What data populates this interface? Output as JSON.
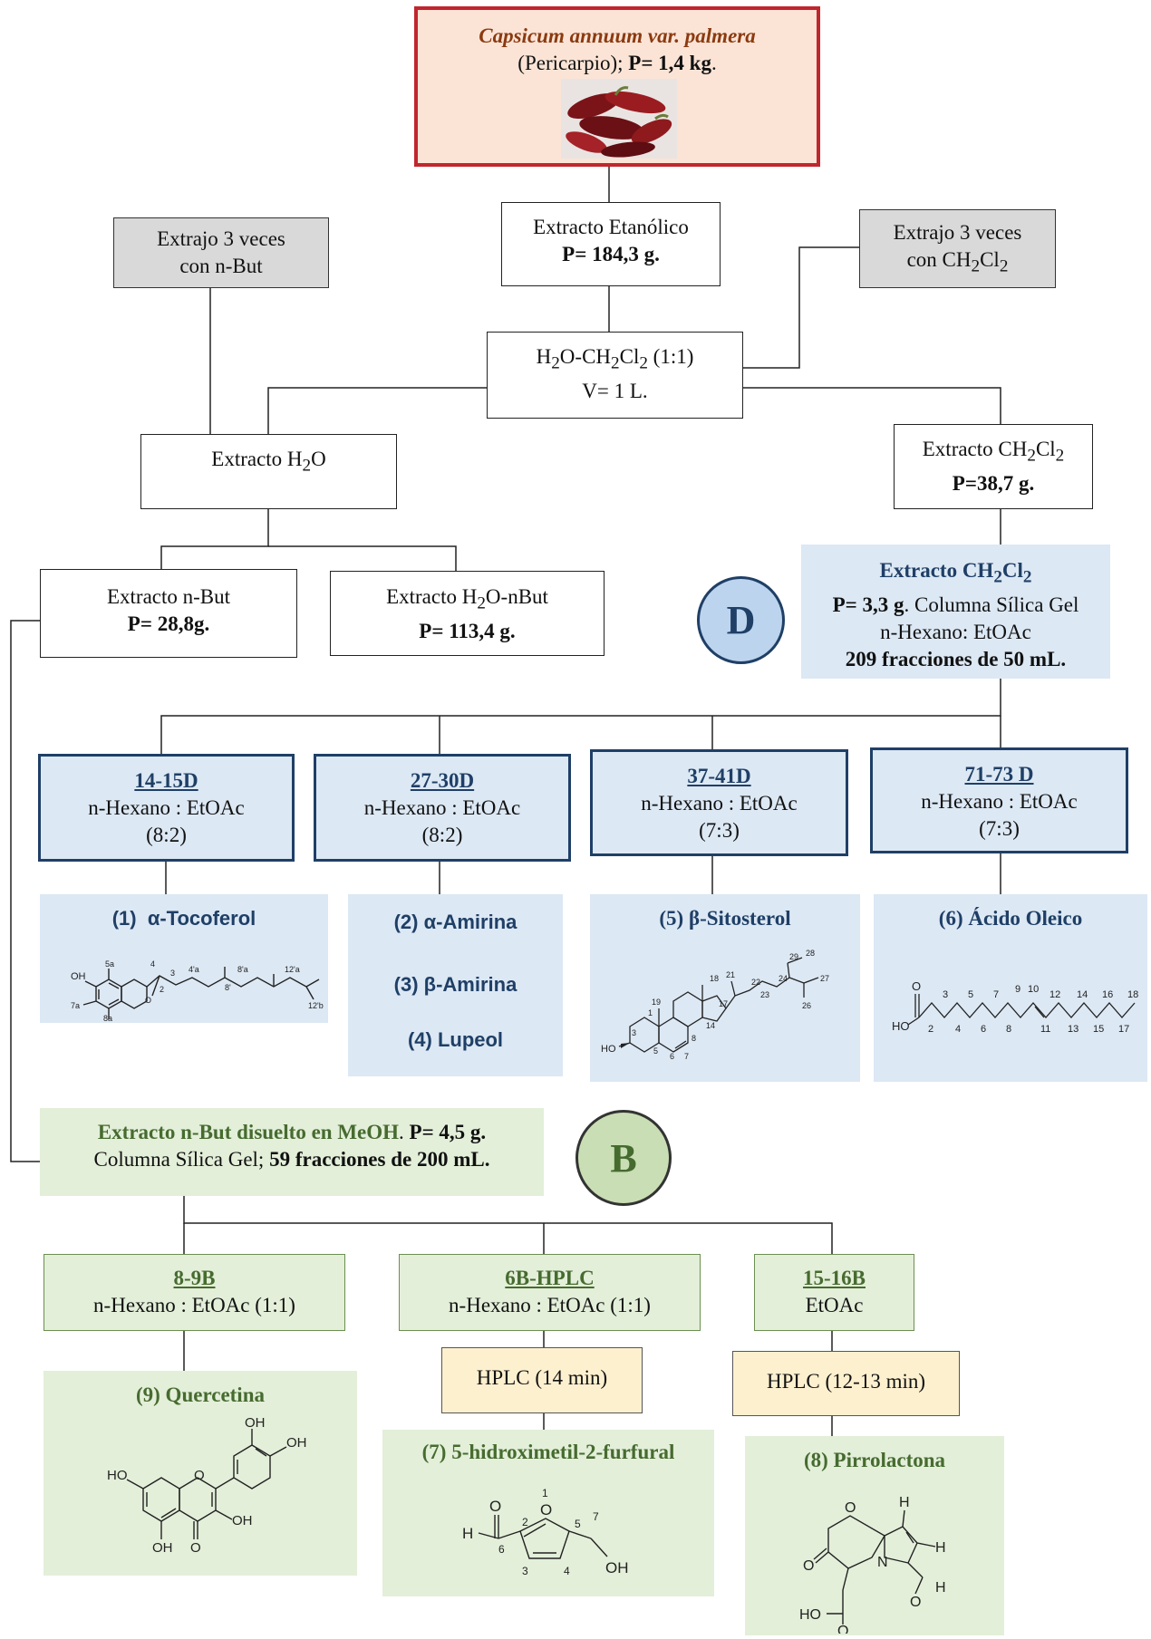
{
  "source": {
    "species": "Capsicum annuum var. palmera",
    "detail": "(Pericarpio);",
    "weight": "P= 1,4 kg",
    "period": "."
  },
  "ethanol_extract": {
    "title": "Extracto Etanólico",
    "weight": "P= 184,3 g."
  },
  "extract_nbut_step": {
    "line1": "Extrajo 3 veces",
    "line2": "con n-But"
  },
  "extract_dcm_step": {
    "line1": "Extrajo 3 veces",
    "line2_pre": "con CH",
    "sub1": "2",
    "mid": "Cl",
    "sub2": "2"
  },
  "partition": {
    "h": "H",
    "s1": "2",
    "o_ch": "O-CH",
    "s2": "2",
    "cl": "Cl",
    "s3": "2",
    "ratio": " (1:1)",
    "volume": "V= 1 L."
  },
  "water_extract": {
    "pre": "Extracto H",
    "sub": "2",
    "post": "O"
  },
  "dcm_extract": {
    "pre": "Extracto CH",
    "sub1": "2",
    "mid": "Cl",
    "sub2": "2",
    "weight": "P=38,7 g."
  },
  "nbut_extract": {
    "title": "Extracto n-But",
    "weight": "P= 28,8g."
  },
  "h2o_nbut_extract": {
    "pre": "Extracto H",
    "sub": "2",
    "post": "O-nBut",
    "weight": "P= 113,4 g."
  },
  "column_d": {
    "title_pre": "Extracto CH",
    "sub1": "2",
    "mid": "Cl",
    "sub2": "2",
    "weight": "P= 3,3 g",
    "column": ". Columna Sílica Gel",
    "eluent": "n-Hexano: EtOAc",
    "fractions": "209 fracciones de 50 mL."
  },
  "label_d": "D",
  "label_b": "B",
  "fractions_d": [
    {
      "id": "14-15D",
      "eluent": "n-Hexano : EtOAc",
      "ratio": "(8:2)"
    },
    {
      "id": "27-30D",
      "eluent": "n-Hexano : EtOAc",
      "ratio": "(8:2)"
    },
    {
      "id": "37-41D",
      "eluent": "n-Hexano :  EtOAc",
      "ratio": "(7:3)"
    },
    {
      "id": "71-73 D",
      "eluent": "n-Hexano : EtOAc",
      "ratio": "(7:3)"
    }
  ],
  "compounds_d": {
    "c1_num": "(1)",
    "c1_alpha": "α",
    "c1_name": "-Tocoferol",
    "c2_num": "(2) ",
    "c2_alpha": "α",
    "c2_name": "-Amirina",
    "c3_num": "(3) ",
    "c3_beta": "β",
    "c3_name": "-Amirina",
    "c4": "(4) Lupeol",
    "c5_num": "(5) ",
    "c5_beta": "β",
    "c5_name": "-Sitosterol",
    "c6": "(6) Ácido Oleico"
  },
  "column_b": {
    "title": "Extracto n-But disuelto en MeOH",
    "weight": "P= 4,5 g.",
    "column": "Columna Sílica Gel; ",
    "fractions": "59 fracciones de 200 mL."
  },
  "fractions_b": [
    {
      "id": "8-9B",
      "eluent": "n-Hexano : EtOAc (1:1)"
    },
    {
      "id": "6B-HPLC",
      "eluent": "n-Hexano : EtOAc (1:1)"
    },
    {
      "id": "15-16B",
      "eluent": "EtOAc"
    }
  ],
  "hplc": {
    "a": "HPLC (14 min)",
    "b": "HPLC (12-13 min)"
  },
  "compounds_b": {
    "c9": "(9) Quercetina",
    "c7": "(7) 5-hidroximetil-2-furfural",
    "c8": "(8) Pirrolactona"
  },
  "colors": {
    "source_border": "#c0262d",
    "source_bg": "#fbe4d6",
    "blue_fill": "#dce8f4",
    "blue_border": "#1f3f66",
    "green_fill": "#e3efd9",
    "green_text": "#466b2f",
    "hplc_fill": "#fdf0cf"
  }
}
